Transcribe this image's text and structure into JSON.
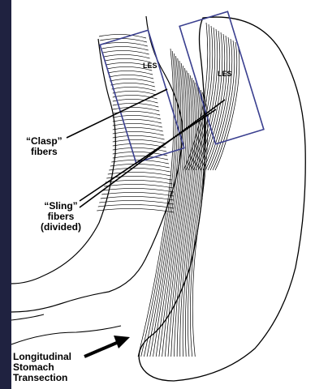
{
  "labels": {
    "les_left": "LES",
    "les_right": "LES",
    "clasp": "“Clasp”\nfibers",
    "sling": "“Sling”\nfibers\n(divided)",
    "transection": "Longitudinal\nStomach\nTransection"
  },
  "colors": {
    "background": "#1f2240",
    "panel": "#ffffff",
    "box_stroke": "#3a3f8f",
    "ink": "#000000"
  }
}
